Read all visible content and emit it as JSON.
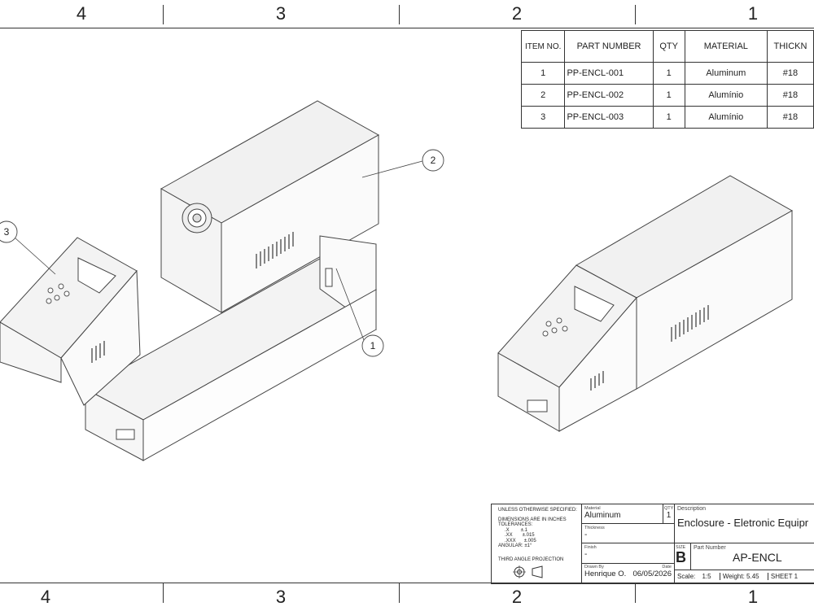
{
  "zones": [
    "4",
    "3",
    "2",
    "1"
  ],
  "bom": {
    "headers": [
      "ITEM NO.",
      "PART NUMBER",
      "QTY",
      "MATERIAL",
      "THICKN"
    ],
    "rows": [
      {
        "item": "1",
        "part": "PP-ENCL-001",
        "qty": "1",
        "material": "Aluminum",
        "thick": "#18"
      },
      {
        "item": "2",
        "part": "PP-ENCL-002",
        "qty": "1",
        "material": "Alumínio",
        "thick": "#18"
      },
      {
        "item": "3",
        "part": "PP-ENCL-003",
        "qty": "1",
        "material": "Alumínio",
        "thick": "#18"
      }
    ]
  },
  "balloons": [
    "1",
    "2",
    "3"
  ],
  "titleblock": {
    "spec_heading": "UNLESS OTHERWISE SPECIFIED:",
    "dims": "DIMENSIONS ARE IN INCHES",
    "tol": "TOLERANCES:",
    "tol_x": ".X",
    "tol_x_val": "±.1",
    "tol_xx": ".XX",
    "tol_xx_val": "±.015",
    "tol_xxx": ".XXX",
    "tol_xxx_val": "±.005",
    "angular": "ANGULAR: ±1°",
    "projection": "THIRD ANGLE PROJECTION",
    "material_label": "Material",
    "material": "Aluminum",
    "qty_label": "QTY",
    "qty": "1",
    "thickness_label": "Thickness",
    "thickness": "-",
    "finish_label": "Finish",
    "finish": "-",
    "drawn_label": "Drawn By",
    "drawn": "Henrique O.",
    "date_label": "Date",
    "date": "06/05/2026",
    "desc_label": "Description",
    "desc": "Enclosure - Eletronic Equipr",
    "size_label": "SIZE",
    "size": "B",
    "pn_label": "Part Number",
    "pn": "AP-ENCL",
    "scale_label": "Scale:",
    "scale": "1:5",
    "weight_label": "Weight:",
    "weight": "5.45",
    "sheet": "SHEET 1"
  }
}
